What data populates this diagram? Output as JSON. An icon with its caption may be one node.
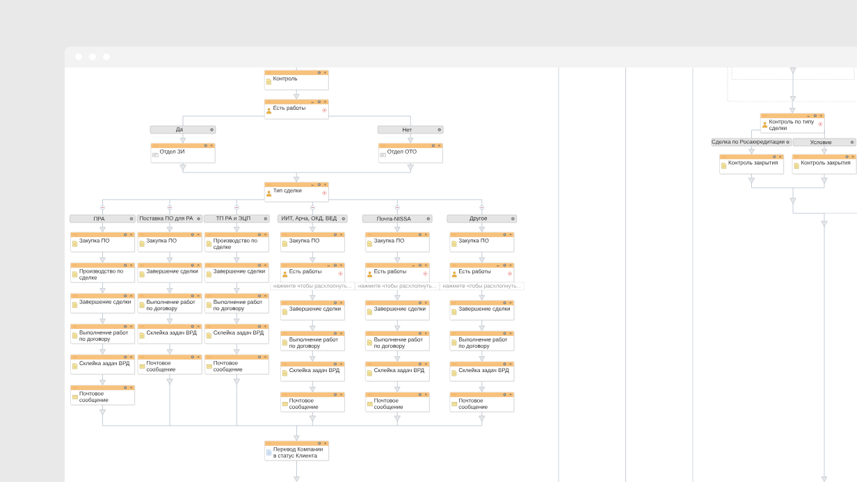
{
  "diagram": {
    "nodes": [
      {
        "text": [
          "Контроль"
        ]
      },
      {
        "text": [
          "Есть работы"
        ]
      },
      {
        "text": [
          "Да"
        ]
      },
      {
        "text": [
          "Нет"
        ]
      },
      {
        "text": [
          "Отдел ЗИ"
        ]
      },
      {
        "text": [
          "Отдел ОТО"
        ]
      },
      {
        "text": [
          "Тип сделки"
        ]
      },
      {
        "text": [
          "ПРА"
        ]
      },
      {
        "text": [
          "Поставка ПО для РА"
        ]
      },
      {
        "text": [
          "ТП РА и ЭЦП"
        ]
      },
      {
        "text": [
          "ИИТ, Арча, ОКД, ВЕД"
        ]
      },
      {
        "text": [
          "Почта-NISSA"
        ]
      },
      {
        "text": [
          "Другое"
        ]
      },
      {
        "text": [
          "Закупка ПО"
        ]
      },
      {
        "text": [
          "Производство по сделке"
        ]
      },
      {
        "text": [
          "Завершение сделки"
        ]
      },
      {
        "text": [
          "Выполнение работ по договору"
        ]
      },
      {
        "text": [
          "Склейка задач ВРД"
        ]
      },
      {
        "text": [
          "Почтовое сообщение"
        ]
      },
      {
        "text": [
          "Закупка ПО"
        ]
      },
      {
        "text": [
          "Завершение сделки"
        ]
      },
      {
        "text": [
          "Выполнение работ по договору"
        ]
      },
      {
        "text": [
          "Склейка задач ВРД"
        ]
      },
      {
        "text": [
          "Почтовое сообщение"
        ]
      },
      {
        "text": [
          "Производство по сделке"
        ]
      },
      {
        "text": [
          "Завершение сделки"
        ]
      },
      {
        "text": [
          "Выполнение работ по договору"
        ]
      },
      {
        "text": [
          "Склейка задач ВРД"
        ]
      },
      {
        "text": [
          "Почтовое сообщение"
        ]
      },
      {
        "text": [
          "Закупка ПО"
        ]
      },
      {
        "text": [
          "Есть работы"
        ]
      },
      {
        "text": [
          "нажмите чтобы расхлопнуть..."
        ]
      },
      {
        "text": [
          "Завершение сделки"
        ]
      },
      {
        "text": [
          "Выполнение работ по договору"
        ]
      },
      {
        "text": [
          "Склейка задач ВРД"
        ]
      },
      {
        "text": [
          "Почтовое сообщение"
        ]
      },
      {
        "text": [
          "Закупка ПО"
        ]
      },
      {
        "text": [
          "Есть работы"
        ]
      },
      {
        "text": [
          "нажмите чтобы расхлопнуть..."
        ]
      },
      {
        "text": [
          "Завершение сделки"
        ]
      },
      {
        "text": [
          "Выполнение работ по договору"
        ]
      },
      {
        "text": [
          "Склейка задач ВРД"
        ]
      },
      {
        "text": [
          "Почтовое сообщение"
        ]
      },
      {
        "text": [
          "Закупка ПО"
        ]
      },
      {
        "text": [
          "Есть работы"
        ]
      },
      {
        "text": [
          "нажмите чтобы расхлопнуть..."
        ]
      },
      {
        "text": [
          "Завершение сделки"
        ]
      },
      {
        "text": [
          "Выполнение работ по договору"
        ]
      },
      {
        "text": [
          "Склейка задач ВРД"
        ]
      },
      {
        "text": [
          "Почтовое сообщение"
        ]
      },
      {
        "text": [
          "Перевод Компании в статус Клиента"
        ]
      },
      {
        "text": [],
        "shape": "box"
      },
      {
        "text": [],
        "shape": "box",
        "in": 51
      },
      {
        "text": [
          "Контроль по типу сделки"
        ]
      },
      {
        "text": [
          "Сделка по Росаккредитации"
        ]
      },
      {
        "text": [
          "Условие"
        ]
      },
      {
        "text": [
          "Контроль закрытия"
        ]
      },
      {
        "text": [
          "Контроль закрытия"
        ]
      }
    ],
    "edges": [
      {
        "from": null,
        "to": 0,
        "arrow": "none"
      },
      {
        "from": 0,
        "to": 1,
        "arrow": "to"
      },
      {
        "from": 1,
        "to": 2,
        "arrow": "none"
      },
      {
        "from": 1,
        "to": 3,
        "arrow": "none"
      },
      {
        "from": 2,
        "to": 4,
        "arrow": "to"
      },
      {
        "from": 3,
        "to": 5,
        "arrow": "to"
      },
      {
        "from": 4,
        "to": 6,
        "arrow": "to"
      },
      {
        "from": 5,
        "to": 6,
        "arrow": "to"
      },
      {
        "from": 6,
        "to": 7,
        "arrow": "none"
      },
      {
        "from": 6,
        "to": 8,
        "arrow": "none"
      },
      {
        "from": 6,
        "to": 9,
        "arrow": "none"
      },
      {
        "from": 6,
        "to": 10,
        "arrow": "none"
      },
      {
        "from": 6,
        "to": 11,
        "arrow": "none"
      },
      {
        "from": 6,
        "to": 12,
        "arrow": "none"
      },
      {
        "from": 7,
        "to": 13,
        "arrow": "to"
      },
      {
        "from": 13,
        "to": 14,
        "arrow": "to"
      },
      {
        "from": 14,
        "to": 15,
        "arrow": "to"
      },
      {
        "from": 15,
        "to": 16,
        "arrow": "to"
      },
      {
        "from": 16,
        "to": 17,
        "arrow": "to"
      },
      {
        "from": 17,
        "to": 18,
        "arrow": "to"
      },
      {
        "from": 8,
        "to": 19,
        "arrow": "to"
      },
      {
        "from": 19,
        "to": 20,
        "arrow": "to"
      },
      {
        "from": 20,
        "to": 21,
        "arrow": "to"
      },
      {
        "from": 21,
        "to": 22,
        "arrow": "to"
      },
      {
        "from": 22,
        "to": 23,
        "arrow": "to"
      },
      {
        "from": 9,
        "to": 24,
        "arrow": "to"
      },
      {
        "from": 24,
        "to": 25,
        "arrow": "to"
      },
      {
        "from": 25,
        "to": 26,
        "arrow": "to"
      },
      {
        "from": 26,
        "to": 27,
        "arrow": "to"
      },
      {
        "from": 27,
        "to": 28,
        "arrow": "to"
      },
      {
        "from": 10,
        "to": 29,
        "arrow": "to"
      },
      {
        "from": 29,
        "to": 30,
        "arrow": "to"
      },
      {
        "from": 31,
        "to": 32,
        "arrow": "to"
      },
      {
        "from": 32,
        "to": 33,
        "arrow": "to"
      },
      {
        "from": 33,
        "to": 34,
        "arrow": "to"
      },
      {
        "from": 34,
        "to": 35,
        "arrow": "to"
      },
      {
        "from": 11,
        "to": 36,
        "arrow": "to"
      },
      {
        "from": 36,
        "to": 37,
        "arrow": "to"
      },
      {
        "from": 38,
        "to": 39,
        "arrow": "to"
      },
      {
        "from": 39,
        "to": 40,
        "arrow": "to"
      },
      {
        "from": 40,
        "to": 41,
        "arrow": "to"
      },
      {
        "from": 41,
        "to": 42,
        "arrow": "to"
      },
      {
        "from": 12,
        "to": 43,
        "arrow": "to"
      },
      {
        "from": 43,
        "to": 44,
        "arrow": "to"
      },
      {
        "from": 45,
        "to": 46,
        "arrow": "to"
      },
      {
        "from": 46,
        "to": 47,
        "arrow": "to"
      },
      {
        "from": 47,
        "to": 48,
        "arrow": "to"
      },
      {
        "from": 48,
        "to": 49,
        "arrow": "to"
      },
      {
        "from": 18,
        "to": 50,
        "arrow": "to"
      },
      {
        "from": 23,
        "to": 50,
        "arrow": "to"
      },
      {
        "from": 28,
        "to": 50,
        "arrow": "to"
      },
      {
        "from": 35,
        "to": 50,
        "arrow": "to"
      },
      {
        "from": 42,
        "to": 50,
        "arrow": "to"
      },
      {
        "from": 49,
        "to": 50,
        "arrow": "to"
      },
      {
        "from": 50,
        "to": null,
        "arrow": "to"
      },
      {
        "from": 52,
        "to": 51,
        "arrow": "to"
      },
      {
        "from": 51,
        "to": 53,
        "arrow": "to"
      },
      {
        "from": 53,
        "to": 54,
        "arrow": "none"
      },
      {
        "from": 53,
        "to": 55,
        "arrow": "none"
      },
      {
        "from": 54,
        "to": 56,
        "arrow": "to"
      },
      {
        "from": 55,
        "to": 57,
        "arrow": "to"
      },
      {
        "from": 56,
        "to": null,
        "arrow": "to"
      },
      {
        "from": 57,
        "to": null,
        "arrow": "to"
      }
    ]
  }
}
